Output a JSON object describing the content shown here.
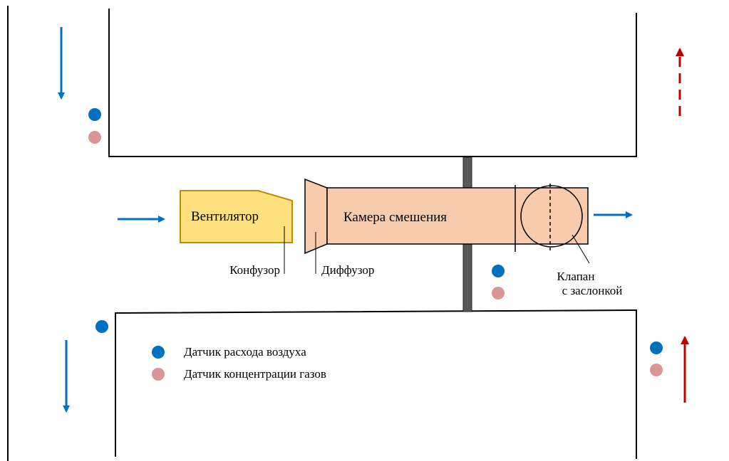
{
  "components": {
    "fan_label": "Вентилятор",
    "mixing_chamber_label": "Камера смешения",
    "confuser_label": "Конфузор",
    "diffuser_label": "Диффузор",
    "valve_label_line1": "Клапан",
    "valve_label_line2": "с заслонкой"
  },
  "legend": {
    "items": [
      {
        "label": "Датчик расхода воздуха",
        "color": "#0070c0"
      },
      {
        "label": "Датчик концентрации газов",
        "color": "#d99694"
      }
    ]
  },
  "colors": {
    "fan_fill": "#ffe07f",
    "fan_stroke": "#b98f00",
    "chamber_fill": "#f8cbad",
    "flow_arrow": "#0070c0",
    "exhaust_arrow": "#c00000",
    "wall_post": "#595959"
  }
}
